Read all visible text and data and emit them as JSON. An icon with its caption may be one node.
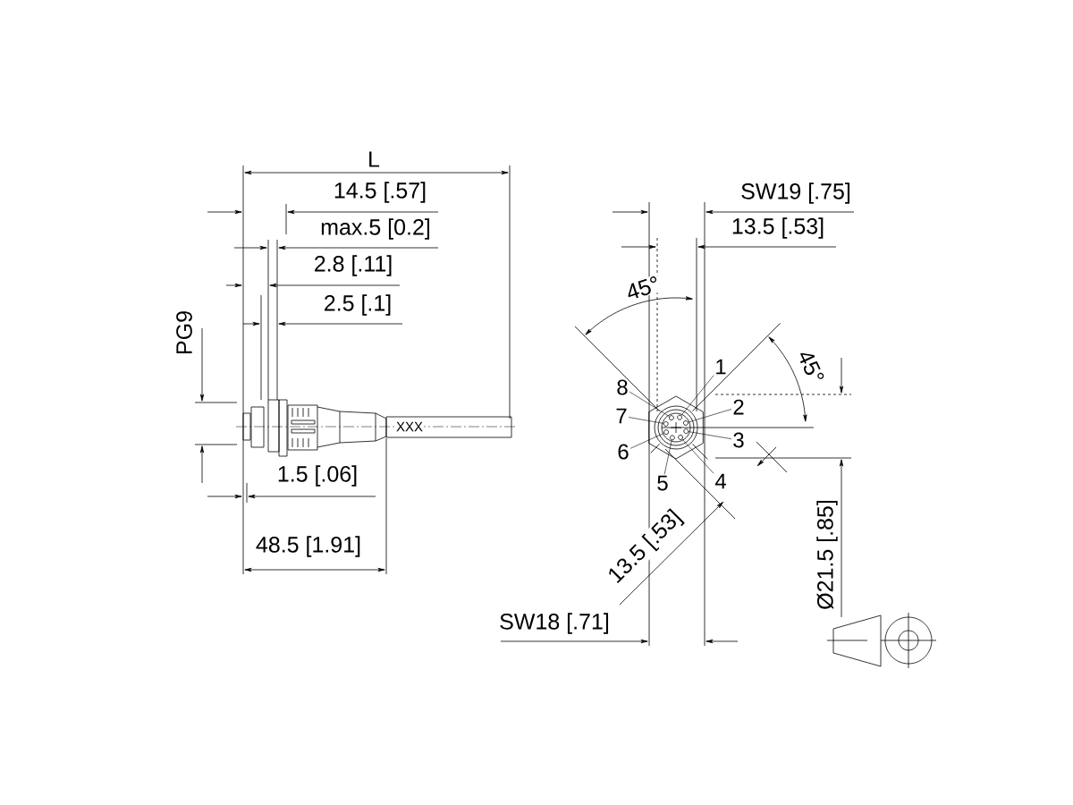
{
  "diagram": {
    "nodes": [
      {
        "text": [
          "1"
        ]
      },
      {
        "text": [
          "2"
        ]
      },
      {
        "text": [
          "3"
        ]
      },
      {
        "text": [
          "4"
        ]
      },
      {
        "text": [
          "5"
        ]
      },
      {
        "text": [
          "6"
        ]
      },
      {
        "text": [
          "7"
        ]
      },
      {
        "text": [
          "8"
        ]
      },
      {
        "text": [],
        "shape": "circle"
      },
      {
        "text": [],
        "shape": "circle"
      },
      {
        "text": [],
        "shape": "circle"
      },
      {
        "text": [],
        "shape": "circle"
      },
      {
        "text": [],
        "shape": "circle"
      },
      {
        "text": [],
        "shape": "circle"
      },
      {
        "text": [],
        "shape": "circle"
      },
      {
        "text": [],
        "shape": "circle"
      }
    ],
    "edges": [
      {
        "from": 0,
        "to": 8,
        "arrow": "none"
      },
      {
        "from": 1,
        "to": 9,
        "arrow": "none"
      },
      {
        "from": 2,
        "to": 10,
        "arrow": "none"
      },
      {
        "from": 3,
        "to": 11,
        "arrow": "none"
      },
      {
        "from": 4,
        "to": 12,
        "arrow": "none"
      },
      {
        "from": 5,
        "to": 13,
        "arrow": "none"
      },
      {
        "from": 6,
        "to": 14,
        "arrow": "none"
      },
      {
        "from": 7,
        "to": 15,
        "arrow": "none"
      }
    ],
    "labels": [
      "L",
      "14.5 [.57]",
      "max.5 [0.2]",
      "2.8 [.11]",
      "2.5 [.1]",
      "PG9",
      "XXX",
      "1.5 [.06]",
      "48.5 [1.91]",
      "SW19 [.75]",
      "13.5 [.53]",
      "45°",
      "45°",
      "Ø21.5 [.85]",
      "13.5 [.53]",
      "SW18 [.71]"
    ]
  }
}
